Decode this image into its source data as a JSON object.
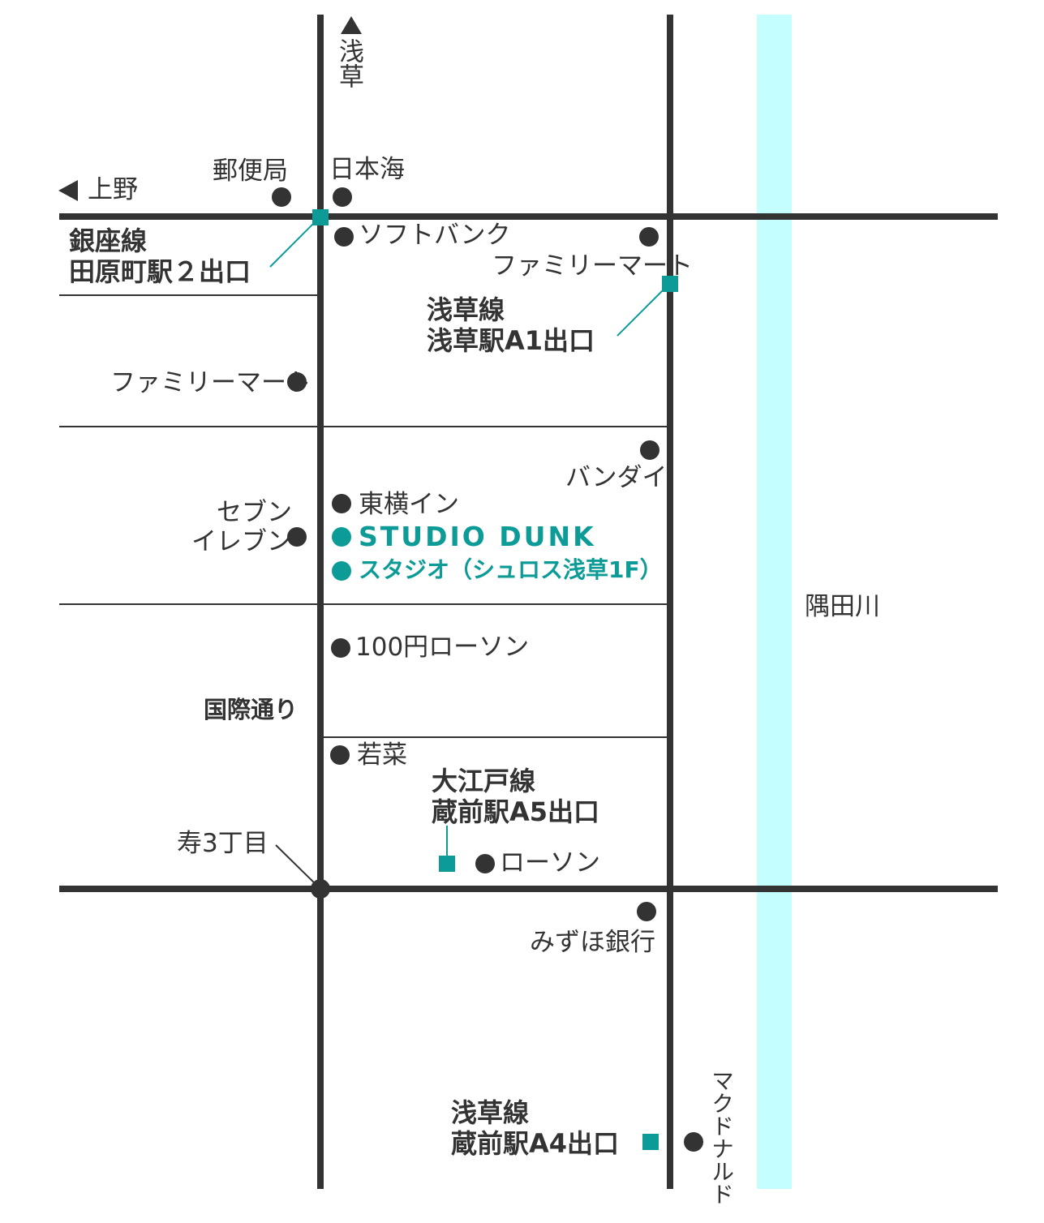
{
  "directions": {
    "north_label": "浅草",
    "west_label": "上野"
  },
  "street_name": "国際通り",
  "river_name": "隅田川",
  "intersection_label": "寿3丁目",
  "landmarks": {
    "post_office": "郵便局",
    "nihonkai": "日本海",
    "softbank": "ソフトバンク",
    "familymart_north": "ファミリーマート",
    "familymart_west": "ファミリーマート",
    "bandai": "バンダイ",
    "toyoko_inn": "東横イン",
    "seven_eleven": "セブン\nイレブン",
    "lawson100": "100円ローソン",
    "wakana": "若菜",
    "lawson": "ローソン",
    "mizuho": "みずほ銀行",
    "mcdonalds": "マクドナルド"
  },
  "stations": {
    "ginza": "銀座線\n田原町駅２出口",
    "asakusa_a1": "浅草線\n浅草駅A1出口",
    "oedo_a5": "大江戸線\n蔵前駅A5出口",
    "asakusa_a4": "浅草線\n蔵前駅A4出口"
  },
  "studio": {
    "name": "STUDIO DUNK",
    "room": "スタジオ（シュロス浅草1F）"
  },
  "colors": {
    "road": "#333333",
    "accent": "#0d9b97",
    "river": "#c4fefe"
  }
}
